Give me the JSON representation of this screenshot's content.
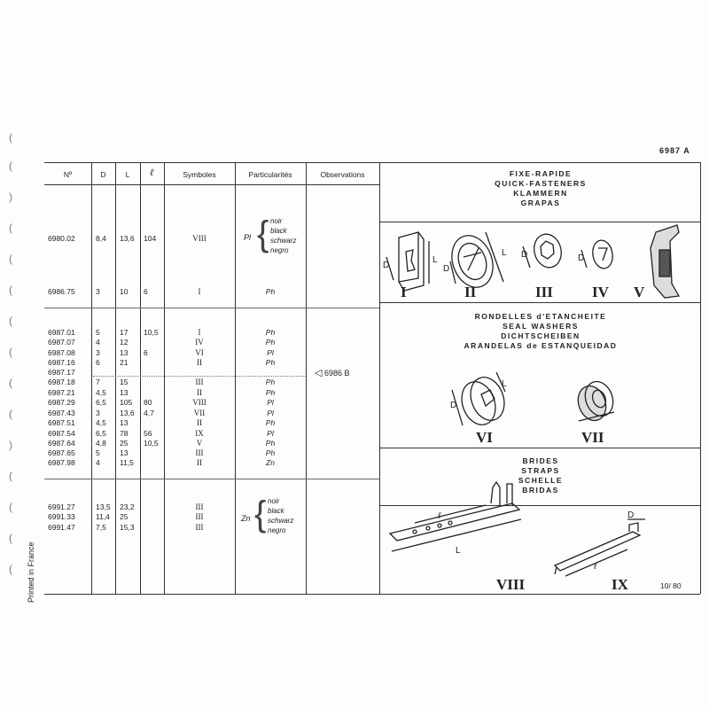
{
  "page_code": "6987 A",
  "page_number": "10/ 80",
  "printed": "Printed in France",
  "headers": {
    "no": "Nº",
    "d": "D",
    "l": "L",
    "ell": "ℓ",
    "symbols": "Symboles",
    "particularities": "Particularités",
    "observations": "Observations"
  },
  "rows": [
    {
      "no": "6980.02",
      "d": "8,4",
      "l": "13,6",
      "ell": "104",
      "sym": "VIII",
      "part": "Pl"
    },
    {
      "no": "6986.75",
      "d": "3",
      "l": "10",
      "ell": "6",
      "sym": "I",
      "part": "Ph"
    },
    {
      "no": "6987.01",
      "d": "5",
      "l": "17",
      "ell": "10,5",
      "sym": "I",
      "part": "Ph"
    },
    {
      "no": "6987.07",
      "d": "4",
      "l": "12",
      "ell": "",
      "sym": "IV",
      "part": "Ph"
    },
    {
      "no": "6987.08",
      "d": "3",
      "l": "13",
      "ell": "6",
      "sym": "VI",
      "part": "Pl"
    },
    {
      "no": "6987.16",
      "d": "6",
      "l": "21",
      "ell": "",
      "sym": "II",
      "part": "Ph"
    },
    {
      "no": "6987.17",
      "d": "",
      "l": "",
      "ell": "",
      "sym": "",
      "part": ""
    },
    {
      "no": "6987.18",
      "d": "7",
      "l": "15",
      "ell": "",
      "sym": "III",
      "part": "Ph"
    },
    {
      "no": "6987.21",
      "d": "4,5",
      "l": "13",
      "ell": "",
      "sym": "II",
      "part": "Ph"
    },
    {
      "no": "6987.29",
      "d": "6,5",
      "l": "105",
      "ell": "80",
      "sym": "VIII",
      "part": "Pl"
    },
    {
      "no": "6987.43",
      "d": "3",
      "l": "13,6",
      "ell": "4,7",
      "sym": "VII",
      "part": "Pl"
    },
    {
      "no": "6987.51",
      "d": "4,5",
      "l": "13",
      "ell": "",
      "sym": "II",
      "part": "Ph"
    },
    {
      "no": "6987.54",
      "d": "6,5",
      "l": "78",
      "ell": "56",
      "sym": "IX",
      "part": "Pl"
    },
    {
      "no": "6987.64",
      "d": "4,8",
      "l": "25",
      "ell": "10,5",
      "sym": "V",
      "part": "Ph"
    },
    {
      "no": "6987.65",
      "d": "5",
      "l": "13",
      "ell": "",
      "sym": "III",
      "part": "Ph"
    },
    {
      "no": "6987.98",
      "d": "4",
      "l": "11,5",
      "ell": "",
      "sym": "II",
      "part": "Zn"
    },
    {
      "no": "6991.27",
      "d": "13,5",
      "l": "23,2",
      "ell": "",
      "sym": "III",
      "part": ""
    },
    {
      "no": "6991.33",
      "d": "11,4",
      "l": "25",
      "ell": "",
      "sym": "III",
      "part": ""
    },
    {
      "no": "6991.47",
      "d": "7,5",
      "l": "15,3",
      "ell": "",
      "sym": "III",
      "part": ""
    }
  ],
  "color_note_1": {
    "mat": "Pl",
    "lines": [
      "noir",
      "black",
      "schwarz",
      "negro"
    ]
  },
  "color_note_2": {
    "mat": "Zn",
    "lines": [
      "noir",
      "black",
      "schwarz",
      "negro"
    ]
  },
  "observation": "6986 B",
  "sections": [
    {
      "titles": [
        "FIXE-RAPIDE",
        "QUICK-FASTENERS",
        "KLAMMERN",
        "GRAPAS"
      ],
      "figures": [
        "I",
        "II",
        "III",
        "IV",
        "V"
      ]
    },
    {
      "titles": [
        "RONDELLES d'ETANCHEITE",
        "SEAL WASHERS",
        "DICHTSCHEIBEN",
        "ARANDELAS de ESTANQUEIDAD"
      ],
      "figures": [
        "VI",
        "VII"
      ]
    },
    {
      "titles": [
        "BRIDES",
        "STRAPS",
        "SCHELLE",
        "BRIDAS"
      ],
      "figures": [
        "VIII",
        "IX"
      ]
    }
  ],
  "dim_labels": {
    "d": "D",
    "l": "L",
    "ell": "ℓ"
  }
}
